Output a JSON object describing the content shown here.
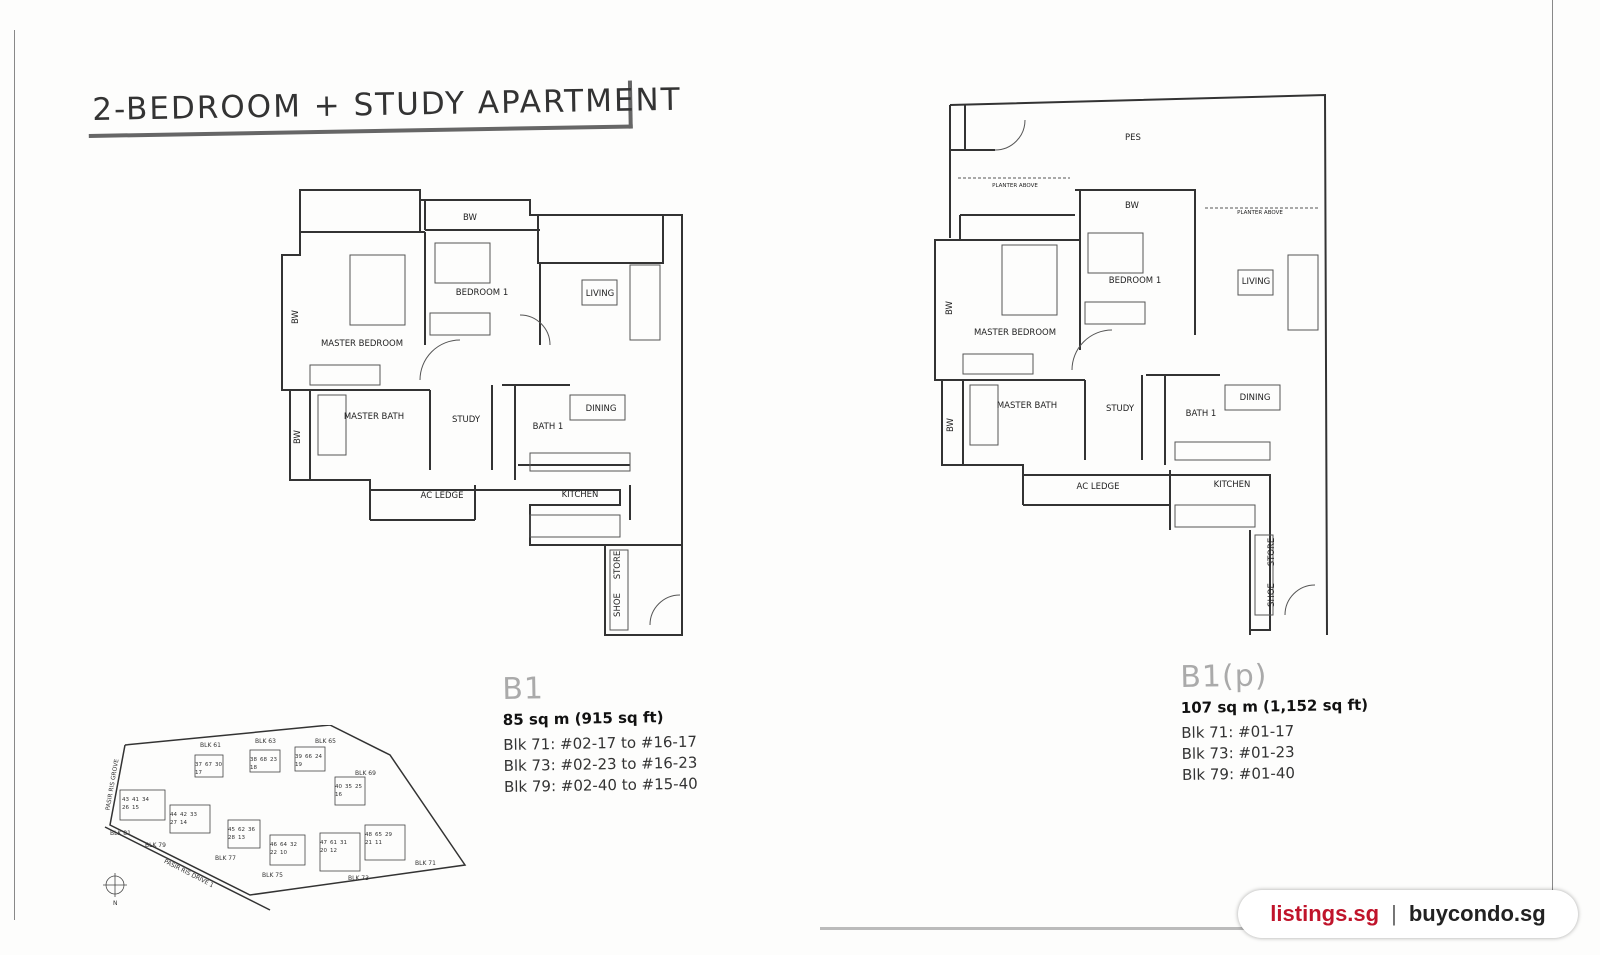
{
  "page": {
    "heading": "2-BEDROOM + STUDY APARTMENT"
  },
  "plan_b1": {
    "rooms": {
      "bw_top": "BW",
      "bedroom1": "BEDROOM 1",
      "living": "LIVING",
      "bw_left": "BW",
      "master_bedroom": "MASTER BEDROOM",
      "master_bath": "MASTER BATH",
      "study": "STUDY",
      "bath1": "BATH 1",
      "dining": "DINING",
      "bw_bath": "BW",
      "ac_ledge": "AC LEDGE",
      "kitchen": "KITCHEN",
      "store": "STORE",
      "shoe": "SHOE"
    },
    "code": "B1",
    "area": "85 sq m (915 sq ft)",
    "blocks": [
      "Blk 71: #02-17 to #16-17",
      "Blk 73: #02-23 to #16-23",
      "Blk 79: #02-40 to #15-40"
    ]
  },
  "plan_b1p": {
    "rooms": {
      "pes": "PES",
      "planter_left": "PLANTER ABOVE",
      "planter_right": "PLANTER ABOVE",
      "bw_top": "BW",
      "bedroom1": "BEDROOM 1",
      "living": "LIVING",
      "bw_left": "BW",
      "master_bedroom": "MASTER BEDROOM",
      "master_bath": "MASTER BATH",
      "study": "STUDY",
      "bath1": "BATH 1",
      "dining": "DINING",
      "bw_bath": "BW",
      "ac_ledge": "AC LEDGE",
      "kitchen": "KITCHEN",
      "store": "STORE",
      "shoe": "SHOE"
    },
    "code": "B1(p)",
    "area": "107 sq m (1,152 sq ft)",
    "blocks": [
      "Blk 71: #01-17",
      "Blk 73: #01-23",
      "Blk 79: #01-40"
    ]
  },
  "site_plan": {
    "road_left": "PASIR RIS GROVE",
    "road_bottom": "PASIR RIS DRIVE 1",
    "north": "N",
    "block_labels": [
      "BLK 61",
      "BLK 63",
      "BLK 65",
      "BLK 69",
      "BLK 81",
      "BLK 79",
      "BLK 77",
      "BLK 75",
      "BLK 73",
      "BLK 71"
    ],
    "unit_numbers": [
      "43",
      "44",
      "45",
      "46",
      "47",
      "48",
      "37",
      "38",
      "39",
      "40",
      "41",
      "42",
      "62",
      "64",
      "61",
      "65",
      "67",
      "68",
      "66",
      "35",
      "34",
      "33",
      "36",
      "32",
      "31",
      "29",
      "30",
      "23",
      "24",
      "25",
      "26",
      "27",
      "28",
      "22",
      "20",
      "21",
      "17",
      "18",
      "19",
      "16",
      "15",
      "14",
      "13",
      "10",
      "12",
      "11"
    ]
  },
  "watermark": {
    "site_a": "listings.sg",
    "separator": "|",
    "site_b": "buycondo.sg"
  },
  "colors": {
    "accent_red": "#c0142b",
    "line": "#333333"
  }
}
